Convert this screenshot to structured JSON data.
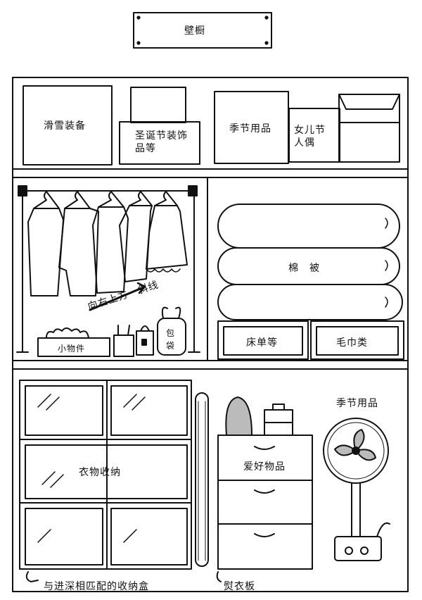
{
  "title": "壁橱",
  "top_shelf": {
    "ski": "滑雪装备",
    "xmas": "圣诞节装饰品等",
    "seasonal": "季节用品",
    "dolls": "女儿节人偶"
  },
  "hanging": {
    "arrow_note": "向右上方一斜线",
    "small_items": "小物件",
    "bags": "包袋"
  },
  "bedding": {
    "futon": "棉　被",
    "sheets": "床单等",
    "towels": "毛巾类"
  },
  "bottom": {
    "storage": "衣物收纳",
    "hobby": "爱好物品",
    "seasonal": "季节用品"
  },
  "notes": {
    "boxes": "与进深相匹配的收纳盒",
    "ironing": "熨衣板"
  }
}
